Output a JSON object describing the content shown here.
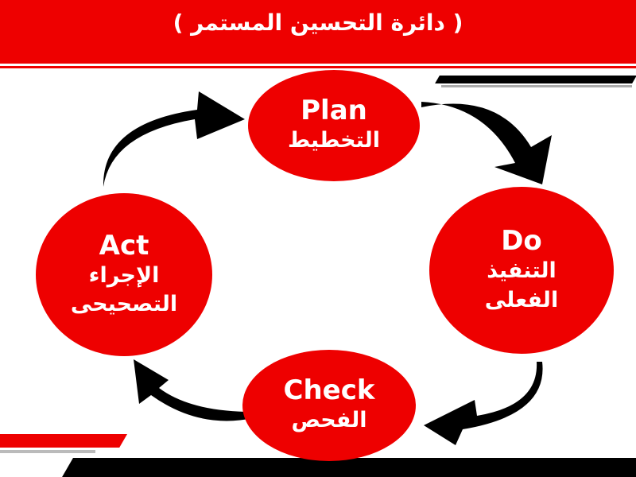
{
  "title": "( دائرة التحسين المستمر )",
  "nodes": {
    "plan": {
      "en": "Plan",
      "ar_lines": [
        "التخطيط"
      ]
    },
    "do": {
      "en": "Do",
      "ar_lines": [
        "التنفيذ",
        "الفعلى"
      ]
    },
    "check": {
      "en": "Check",
      "ar_lines": [
        "الفحص"
      ]
    },
    "act": {
      "en": "Act",
      "ar_lines": [
        "الإجراء",
        "التصحيحى"
      ]
    }
  },
  "colors": {
    "accent": "#ee0000",
    "arrow": "#000000",
    "text": "#ffffff"
  },
  "arrows": [
    "plan-to-do",
    "do-to-check",
    "check-to-act",
    "act-to-plan"
  ]
}
